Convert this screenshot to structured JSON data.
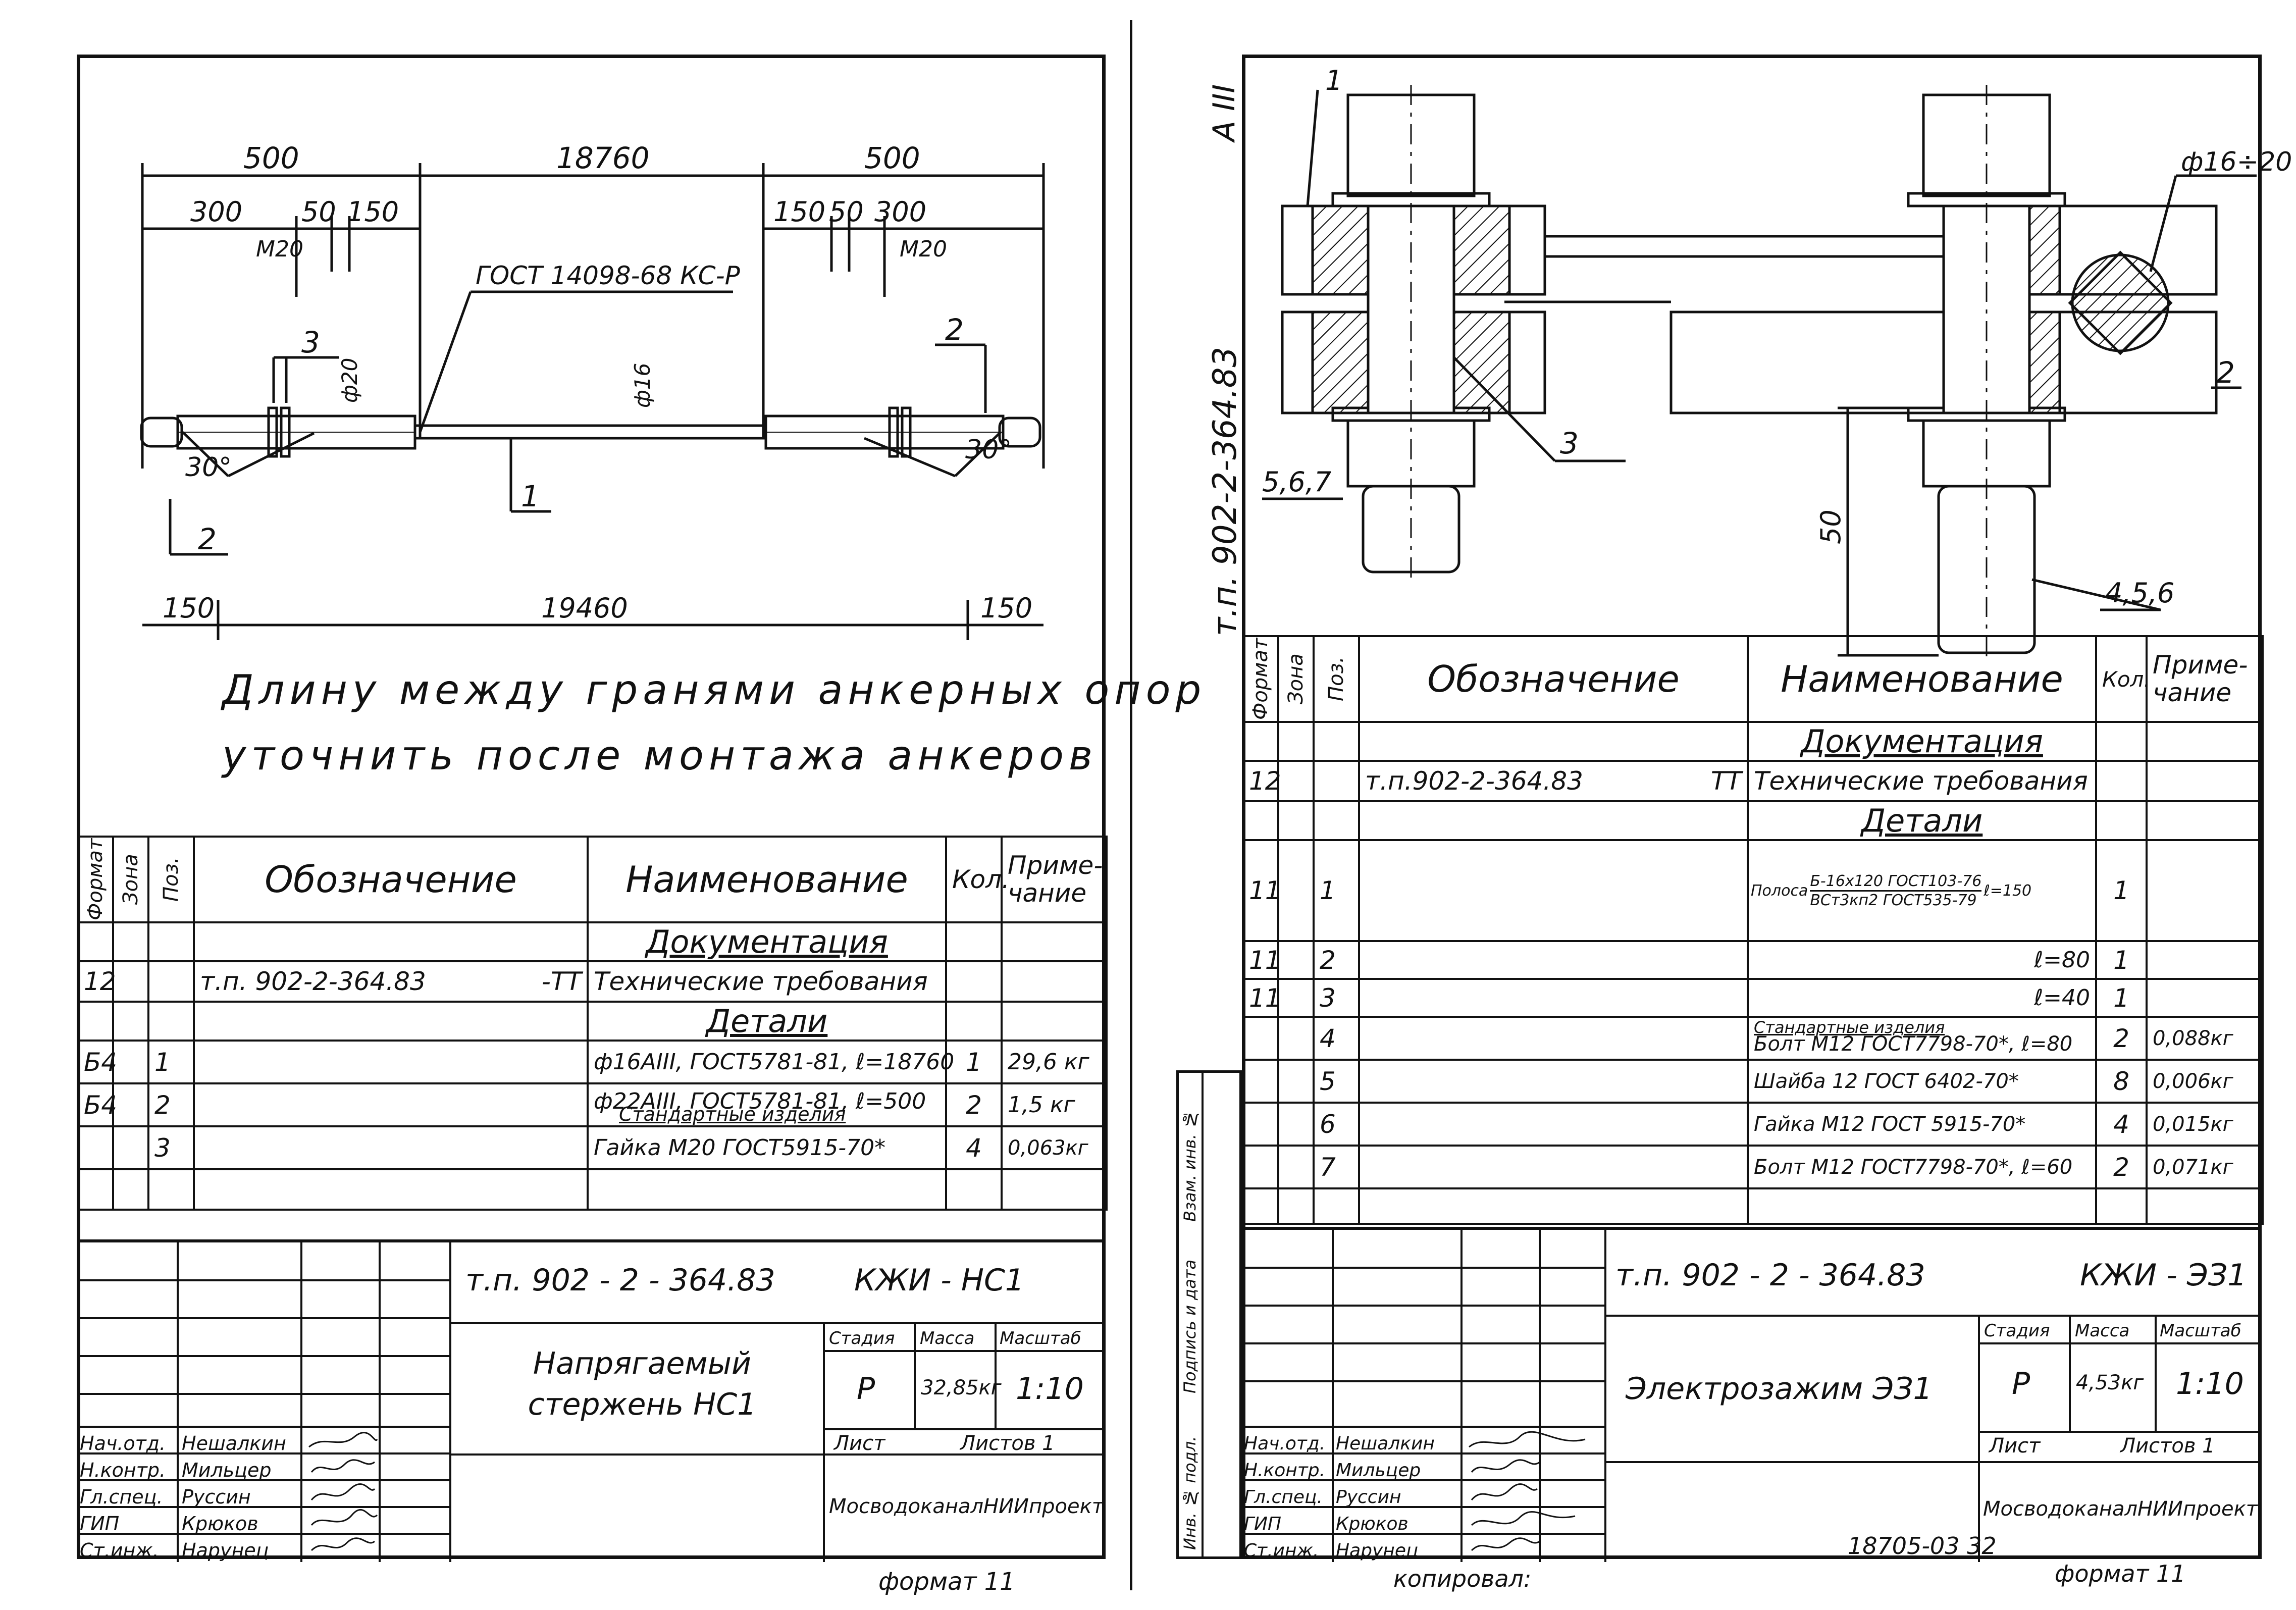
{
  "left": {
    "dims": {
      "d500a": "500",
      "d18760": "18760",
      "d500b": "500",
      "d300a": "300",
      "d50a": "50",
      "d150a": "150",
      "d150b": "150",
      "d50b": "50",
      "d300b": "300",
      "m20a": "M20",
      "m20b": "M20",
      "gost": "ГОСТ 14098-68 КС-Р",
      "phi20": "ф20",
      "phi16": "ф16",
      "ang1": "30°",
      "ang2": "30°",
      "pos3": "3",
      "pos2a": "2",
      "pos2b": "2",
      "pos1": "1",
      "d150c": "150",
      "d19460": "19460",
      "d150d": "150"
    },
    "note_line1": "Длину между гранями анкерных опор",
    "note_line2": "уточнить после монтажа анкеров",
    "spec": {
      "h_format": "Формат",
      "h_zone": "Зона",
      "h_pos": "Поз.",
      "h_designation": "Обозначение",
      "h_name": "Наименование",
      "h_qty": "Кол.",
      "h_note": "Приме-чание",
      "sec_doc": "Документация",
      "row_doc": {
        "format": "12",
        "designation": "т.п. 902-2-364.83",
        "suffix": "-ТТ",
        "name": "Технические требования"
      },
      "sec_parts": "Детали",
      "rows": [
        {
          "format": "Б4",
          "pos": "1",
          "name": "ф16АIII, ГОСТ5781-81, ℓ=18760",
          "qty": "1",
          "note": "29,6 кг"
        },
        {
          "format": "Б4",
          "pos": "2",
          "name": "ф22АIII, ГОСТ5781-81, ℓ=500",
          "qty": "2",
          "note": "1,5 кг"
        },
        {
          "format": "",
          "pos": "3",
          "name": "Гайка М20 ГОСТ5915-70*",
          "qty": "4",
          "note": "0,063кг",
          "over": "Стандартные изделия"
        }
      ]
    },
    "title_block": {
      "code": "т.п. 902 - 2 - 364.83",
      "sheet_code": "КЖИ - НС1",
      "title": "Напрягаемый стержень НС1",
      "stage_h": "Стадия",
      "mass_h": "Масса",
      "scale_h": "Масштаб",
      "stage": "Р",
      "mass": "32,85кг",
      "scale": "1:10",
      "sheet_h": "Лист",
      "sheets_h": "Листов 1",
      "org": "МосводоканалНИИпроект",
      "roles": [
        "Нач.отд.",
        "Н.контр.",
        "Гл.спец.",
        "ГИП",
        "Ст.инж."
      ],
      "names": [
        "Нешалкин",
        "Мильцер",
        "Руссин",
        "Крюков",
        "Нарунец"
      ]
    },
    "format_label": "формат 11"
  },
  "right": {
    "side_code": "т.п. 902-2-364.83",
    "side_mark": "А III",
    "dims": {
      "phi": "ф16÷20",
      "p1": "1",
      "p2": "2",
      "p3": "3",
      "p567": "5,6,7",
      "p456": "4,5,6",
      "d50": "50"
    },
    "spec": {
      "h_format": "Формат",
      "h_zone": "Зона",
      "h_pos": "Поз.",
      "h_designation": "Обозначение",
      "h_name": "Наименование",
      "h_qty": "Кол.",
      "h_note": "Приме-чание",
      "sec_doc": "Документация",
      "row_doc": {
        "format": "12",
        "designation": "т.п.902-2-364.83",
        "suffix": "ТТ",
        "name": "Технические требования"
      },
      "sec_parts": "Детали",
      "row1": {
        "format": "11",
        "pos": "1",
        "pre": "Полоса",
        "top": "Б-16х120 ГОСТ103-76",
        "bottom": "ВСт3кп2 ГОСТ535-79",
        "len": "ℓ=150",
        "qty": "1"
      },
      "row2": {
        "format": "11",
        "pos": "2",
        "name": "ℓ=80",
        "qty": "1"
      },
      "row3": {
        "format": "11",
        "pos": "3",
        "name": "ℓ=40",
        "qty": "1"
      },
      "std_over": "Стандартные изделия",
      "row4": {
        "pos": "4",
        "name": "Болт М12 ГОСТ7798-70*, ℓ=80",
        "qty": "2",
        "note": "0,088кг"
      },
      "row5": {
        "pos": "5",
        "name": "Шайба 12 ГОСТ 6402-70*",
        "qty": "8",
        "note": "0,006кг"
      },
      "row6": {
        "pos": "6",
        "name": "Гайка М12 ГОСТ 5915-70*",
        "qty": "4",
        "note": "0,015кг"
      },
      "row7": {
        "pos": "7",
        "name": "Болт М12 ГОСТ7798-70*, ℓ=60",
        "qty": "2",
        "note": "0,071кг"
      }
    },
    "side_labels": [
      "Взам. инв. №",
      "Подпись и дата",
      "Инв. № подл."
    ],
    "title_block": {
      "code": "т.п. 902 - 2 - 364.83",
      "sheet_code": "КЖИ - ЭЗ1",
      "title": "Электрозажим ЭЗ1",
      "stage_h": "Стадия",
      "mass_h": "Масса",
      "scale_h": "Масштаб",
      "stage": "Р",
      "mass": "4,53кг",
      "scale": "1:10",
      "sheet_h": "Лист",
      "sheets_h": "Листов 1",
      "org": "МосводоканалНИИпроект",
      "roles": [
        "Нач.отд.",
        "Н.контр.",
        "Гл.спец.",
        "ГИП",
        "Ст.инж."
      ],
      "names": [
        "Нешалкин",
        "Мильцер",
        "Руссин",
        "Крюков",
        "Нарунец"
      ]
    },
    "archive_no": "18705-03 32",
    "copied": "копировал:",
    "format_label": "формат 11"
  }
}
